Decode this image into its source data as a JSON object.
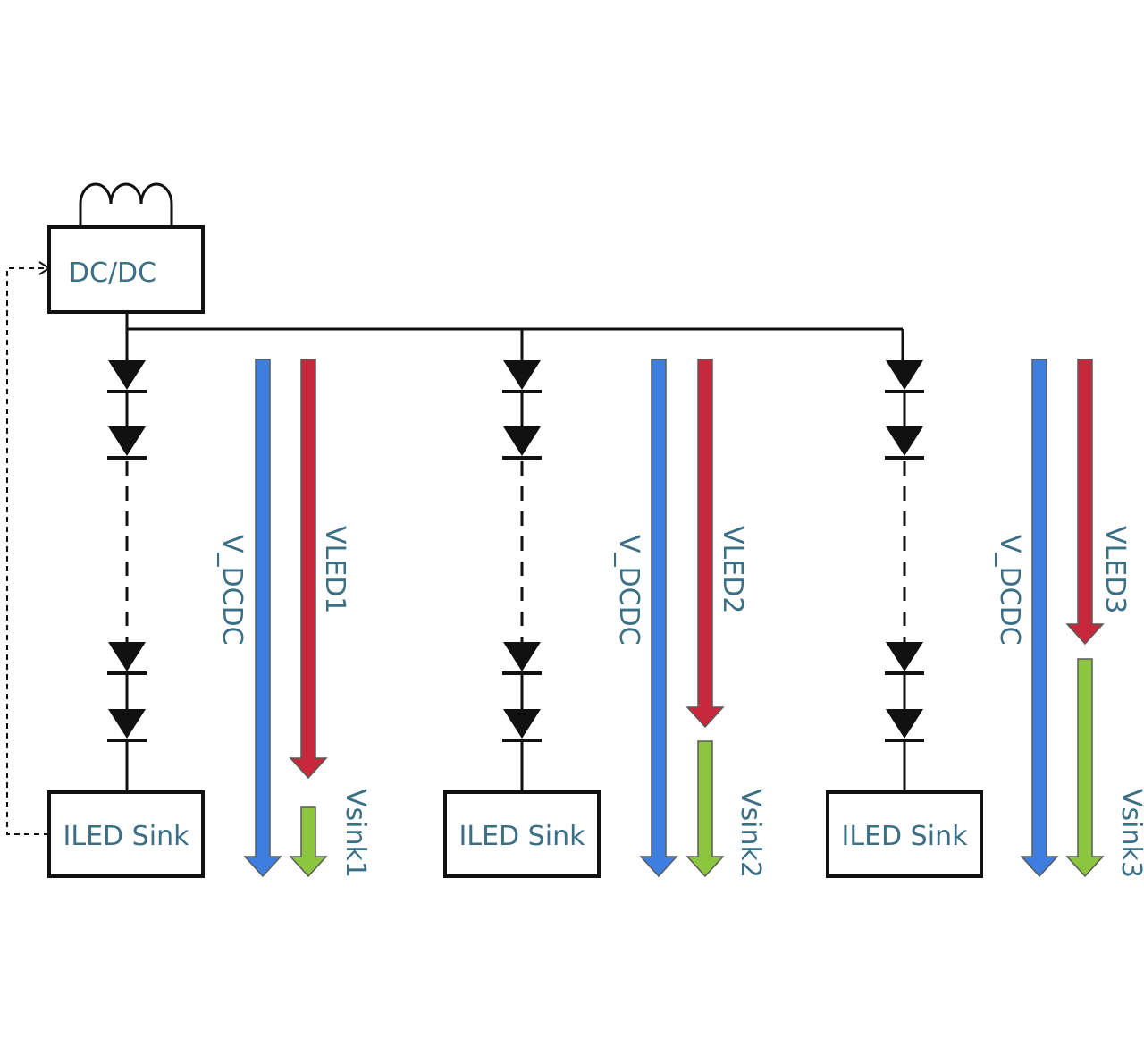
{
  "diagram": {
    "converter": {
      "label": "DC/DC",
      "inductor": "inductor-coil"
    },
    "channels": [
      {
        "sink_label": "ILED Sink",
        "v_dcdc_label": "V_DCDC",
        "vled_label": "VLED1",
        "vsink_label": "Vsink1"
      },
      {
        "sink_label": "ILED Sink",
        "v_dcdc_label": "V_DCDC",
        "vled_label": "VLED2",
        "vsink_label": "Vsink2"
      },
      {
        "sink_label": "ILED Sink",
        "v_dcdc_label": "V_DCDC",
        "vled_label": "VLED3",
        "vsink_label": "Vsink3"
      }
    ],
    "colors": {
      "v_dcdc_arrow": "#3d7ee0",
      "vled_arrow": "#c8283c",
      "vsink_arrow": "#8cc63f",
      "label_text": "#3b6f85"
    }
  }
}
